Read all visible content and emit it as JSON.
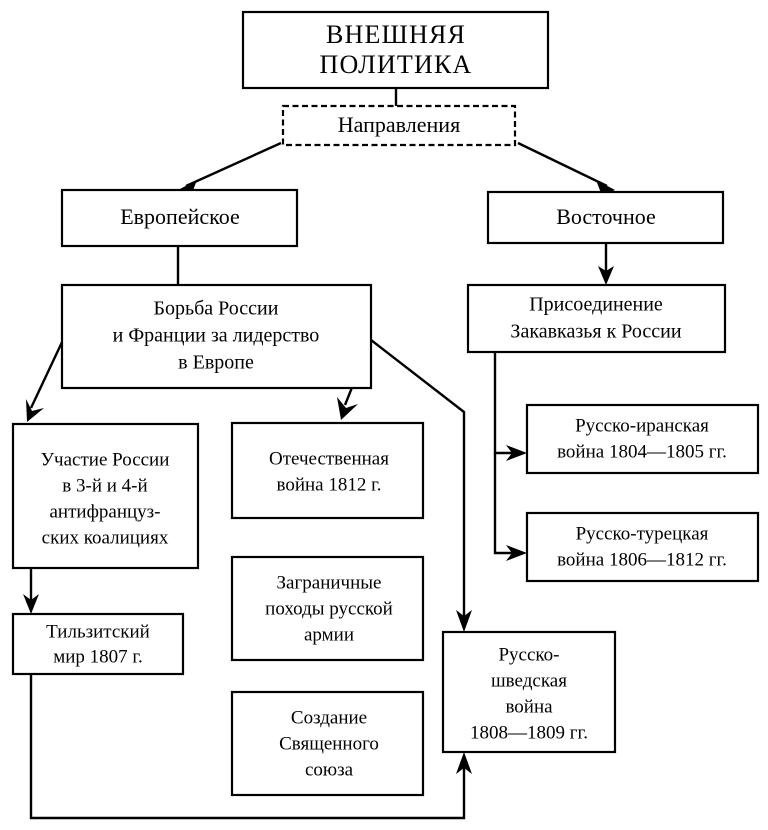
{
  "diagram": {
    "title": "ВНЕШНЯЯ ПОЛИТИКА",
    "title_lines": [
      "ВНЕШНЯЯ",
      "ПОЛИТИКА"
    ],
    "subtitle": "Направления",
    "colors": {
      "background": "#ffffff",
      "line": "#000000",
      "text": "#000000"
    }
  },
  "nodes": {
    "root": {
      "line1": "ВНЕШНЯЯ",
      "line2": "ПОЛИТИКА"
    },
    "directions": {
      "label": "Направления"
    },
    "european": {
      "label": "Европейское"
    },
    "eastern": {
      "label": "Восточное"
    },
    "rivalry": {
      "line1": "Борьба России",
      "line2": "и Франции за лидерство",
      "line3": "в Европе"
    },
    "transcaucasia": {
      "line1": "Присоединение",
      "line2": "Закавказья к России"
    },
    "coalitions": {
      "line1": "Участие России",
      "line2": "в 3-й и 4-й",
      "line3": "антифранцуз-",
      "line4": "ских коалициях"
    },
    "tilsit": {
      "line1": "Тильзитский",
      "line2": "мир 1807 г."
    },
    "patriotic_war": {
      "line1": "Отечественная",
      "line2": "война 1812 г."
    },
    "foreign_campaigns": {
      "line1": "Заграничные",
      "line2": "походы русской",
      "line3": "армии"
    },
    "holy_alliance": {
      "line1": "Создание",
      "line2": "Священного",
      "line3": "союза"
    },
    "russo_persian": {
      "line1": "Русско-иранская",
      "line2": "война 1804—1805 гг."
    },
    "russo_turkish": {
      "line1": "Русско-турецкая",
      "line2": "война 1806—1812 гг."
    },
    "russo_swedish": {
      "line1": "Русско-",
      "line2": "шведская",
      "line3": "война",
      "line4": "1808—1809 гг."
    }
  }
}
